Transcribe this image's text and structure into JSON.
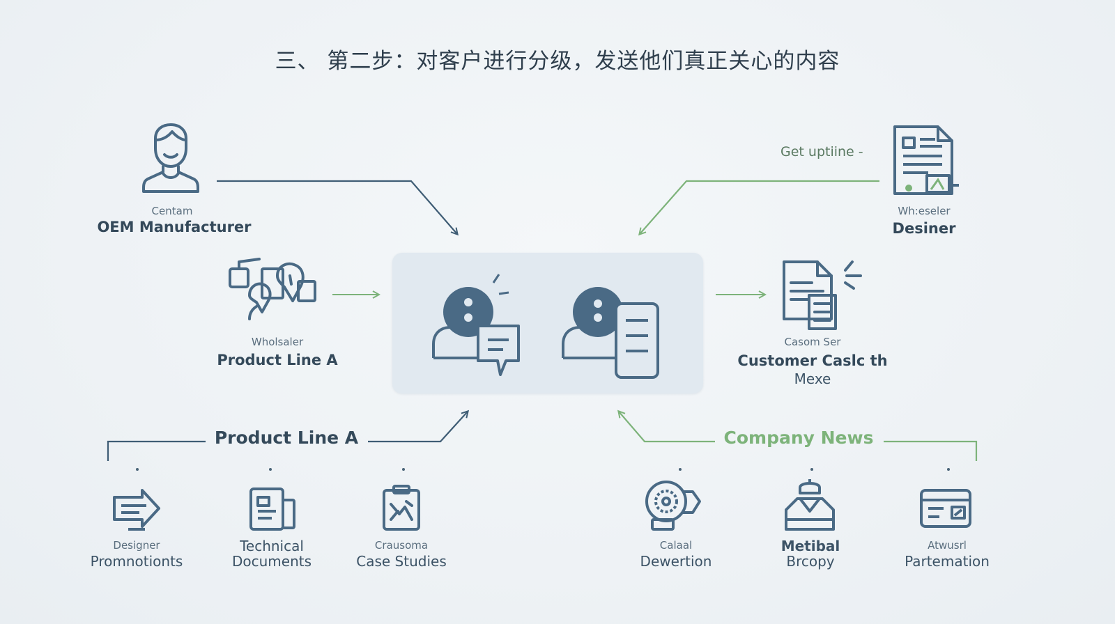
{
  "title": "三、 第二步：对客户进行分级，发送他们真正关心的内容",
  "colors": {
    "primary": "#4a6a85",
    "accent": "#7db37a",
    "text": "#34495a",
    "box": "#e1e9f0"
  },
  "top_left": {
    "icon": "person-icon",
    "small": "Centam",
    "label": "OEM Manufacturer"
  },
  "top_right": {
    "icon": "document-certificate-icon",
    "annotation": "Get uptiine -",
    "small": "Wh:eseler",
    "label": "Desiner"
  },
  "mid_left": {
    "icon": "group-chat-icon",
    "small": "Wholsaler",
    "label": "Product Line A"
  },
  "mid_right": {
    "icon": "document-list-icon",
    "small": "Casom Ser",
    "label_line1": "Customer Caslc th",
    "label_line2": "Mexe"
  },
  "center": {
    "icons": [
      "person-chat-icon",
      "person-document-icon"
    ]
  },
  "left_section": {
    "heading": "Product Line A",
    "items": [
      {
        "icon": "tag-arrow-icon",
        "small": "Designer",
        "label": "Promnotionts"
      },
      {
        "icon": "technical-document-icon",
        "small": "Technical",
        "label": "Documents"
      },
      {
        "icon": "clipboard-chart-icon",
        "small": "Crausoma",
        "label": "Case Studies"
      }
    ]
  },
  "right_section": {
    "heading": "Company News",
    "items": [
      {
        "icon": "gear-dial-icon",
        "small": "Calaal",
        "label": "Dewertion"
      },
      {
        "icon": "shirt-badge-icon",
        "small": "Metibal",
        "label": "Brcopy"
      },
      {
        "icon": "calendar-card-icon",
        "small": "Atwusrl",
        "label": "Partemation"
      }
    ]
  }
}
